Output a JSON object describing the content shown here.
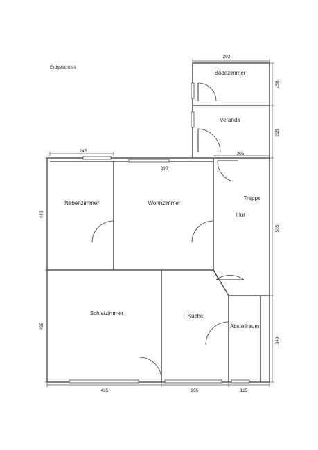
{
  "title": "Erdgeschoss",
  "rooms": {
    "badezimmer": "Badezimmer",
    "veranda": "Veranda",
    "nebenzimmer": "Nebenzimmer",
    "wohnzimmer": "Wohnzimmer",
    "treppe": "Treppe",
    "flur": "Flur",
    "schlafzimmer": "Schlafzimmer",
    "kueche": "Küche",
    "abstellraum": "Abstellraum"
  },
  "dimensions": {
    "top_292": "292",
    "right_150": "150",
    "right_215": "215",
    "top_245": "245",
    "top_390": "390",
    "top_205": "205",
    "left_440": "440",
    "right_535": "535",
    "left_435": "435",
    "right_340": "340",
    "bottom_435": "435",
    "bottom_265": "265",
    "bottom_125": "125"
  }
}
